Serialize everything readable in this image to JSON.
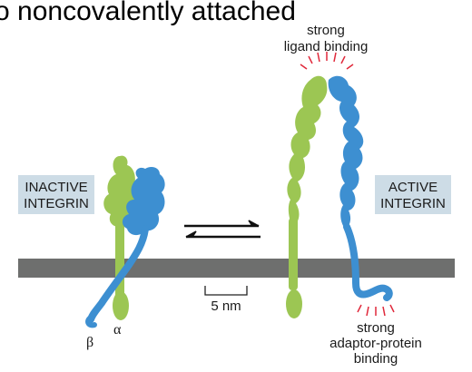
{
  "heading": "o noncovalently attached",
  "colors": {
    "alpha_subunit": "#9cc653",
    "beta_subunit": "#3d8fd1",
    "membrane": "#6e6f6e",
    "label_box": "#cddce6",
    "binding_tick": "#e0283a",
    "text": "#1a1a1a"
  },
  "inactive_label": {
    "line1": "INACTIVE",
    "line2": "INTEGRIN"
  },
  "active_label": {
    "line1": "ACTIVE",
    "line2": "INTEGRIN"
  },
  "ligand_binding": {
    "line1": "strong",
    "line2": "ligand binding"
  },
  "adaptor_binding": {
    "line1": "strong",
    "line2": "adaptor-protein",
    "line3": "binding"
  },
  "subunit_labels": {
    "beta": "β",
    "alpha": "α"
  },
  "scale_bar": {
    "label": "5 nm"
  },
  "equilibrium_icon": "reversible-arrows-icon"
}
